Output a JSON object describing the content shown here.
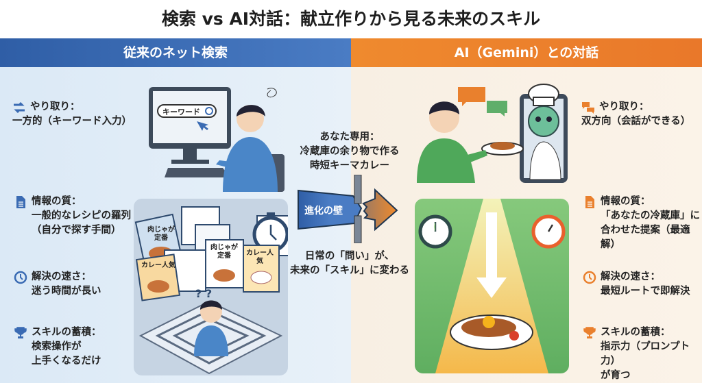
{
  "title": "検索 vs AI対話：献立作りから見る未来のスキル",
  "left": {
    "header": "従来のネット検索",
    "accent": "#3a6bb3",
    "items": [
      {
        "icon": "arrows-exchange-icon",
        "heading": "やり取り：",
        "lines": [
          "一方的（キーワード入力）"
        ]
      },
      {
        "icon": "document-icon",
        "heading": "情報の質：",
        "lines": [
          "一般的なレシピの羅列",
          "（自分で探す手間）"
        ]
      },
      {
        "icon": "clock-icon",
        "heading": "解決の速さ：",
        "lines": [
          "迷う時間が長い"
        ]
      },
      {
        "icon": "trophy-icon",
        "heading": "スキルの蓄積：",
        "lines": [
          "検索操作が",
          "上手くなるだけ"
        ]
      }
    ],
    "illustration": {
      "search_box": "キーワード",
      "book1": "肉じゃが定番",
      "book2": "カレー人気",
      "book3": "肉じゃが定番",
      "book4": "カレー人気"
    }
  },
  "right": {
    "header": "AI（Gemini）との対話",
    "accent": "#e9802d",
    "items": [
      {
        "icon": "chat-bubbles-icon",
        "heading": "やり取り：",
        "lines": [
          "双方向（会話ができる）"
        ]
      },
      {
        "icon": "document-icon",
        "heading": "情報の質：",
        "lines": [
          "「あなたの冷蔵庫」に",
          "合わせた提案（最適解）"
        ]
      },
      {
        "icon": "clock-icon",
        "heading": "解決の速さ：",
        "lines": [
          "最短ルートで即解決"
        ]
      },
      {
        "icon": "trophy-icon",
        "heading": "スキルの蓄積：",
        "lines": [
          "指示力（プロンプト力）",
          "が育つ"
        ]
      }
    ]
  },
  "middle": {
    "dish_lines": [
      "あなた専用：",
      "冷蔵庫の余り物で作る",
      "時短キーマカレー"
    ],
    "wall_label": "進化の壁",
    "bottom_lines": [
      "日常の「問い」が、",
      "未来の「スキル」に変わる"
    ]
  }
}
